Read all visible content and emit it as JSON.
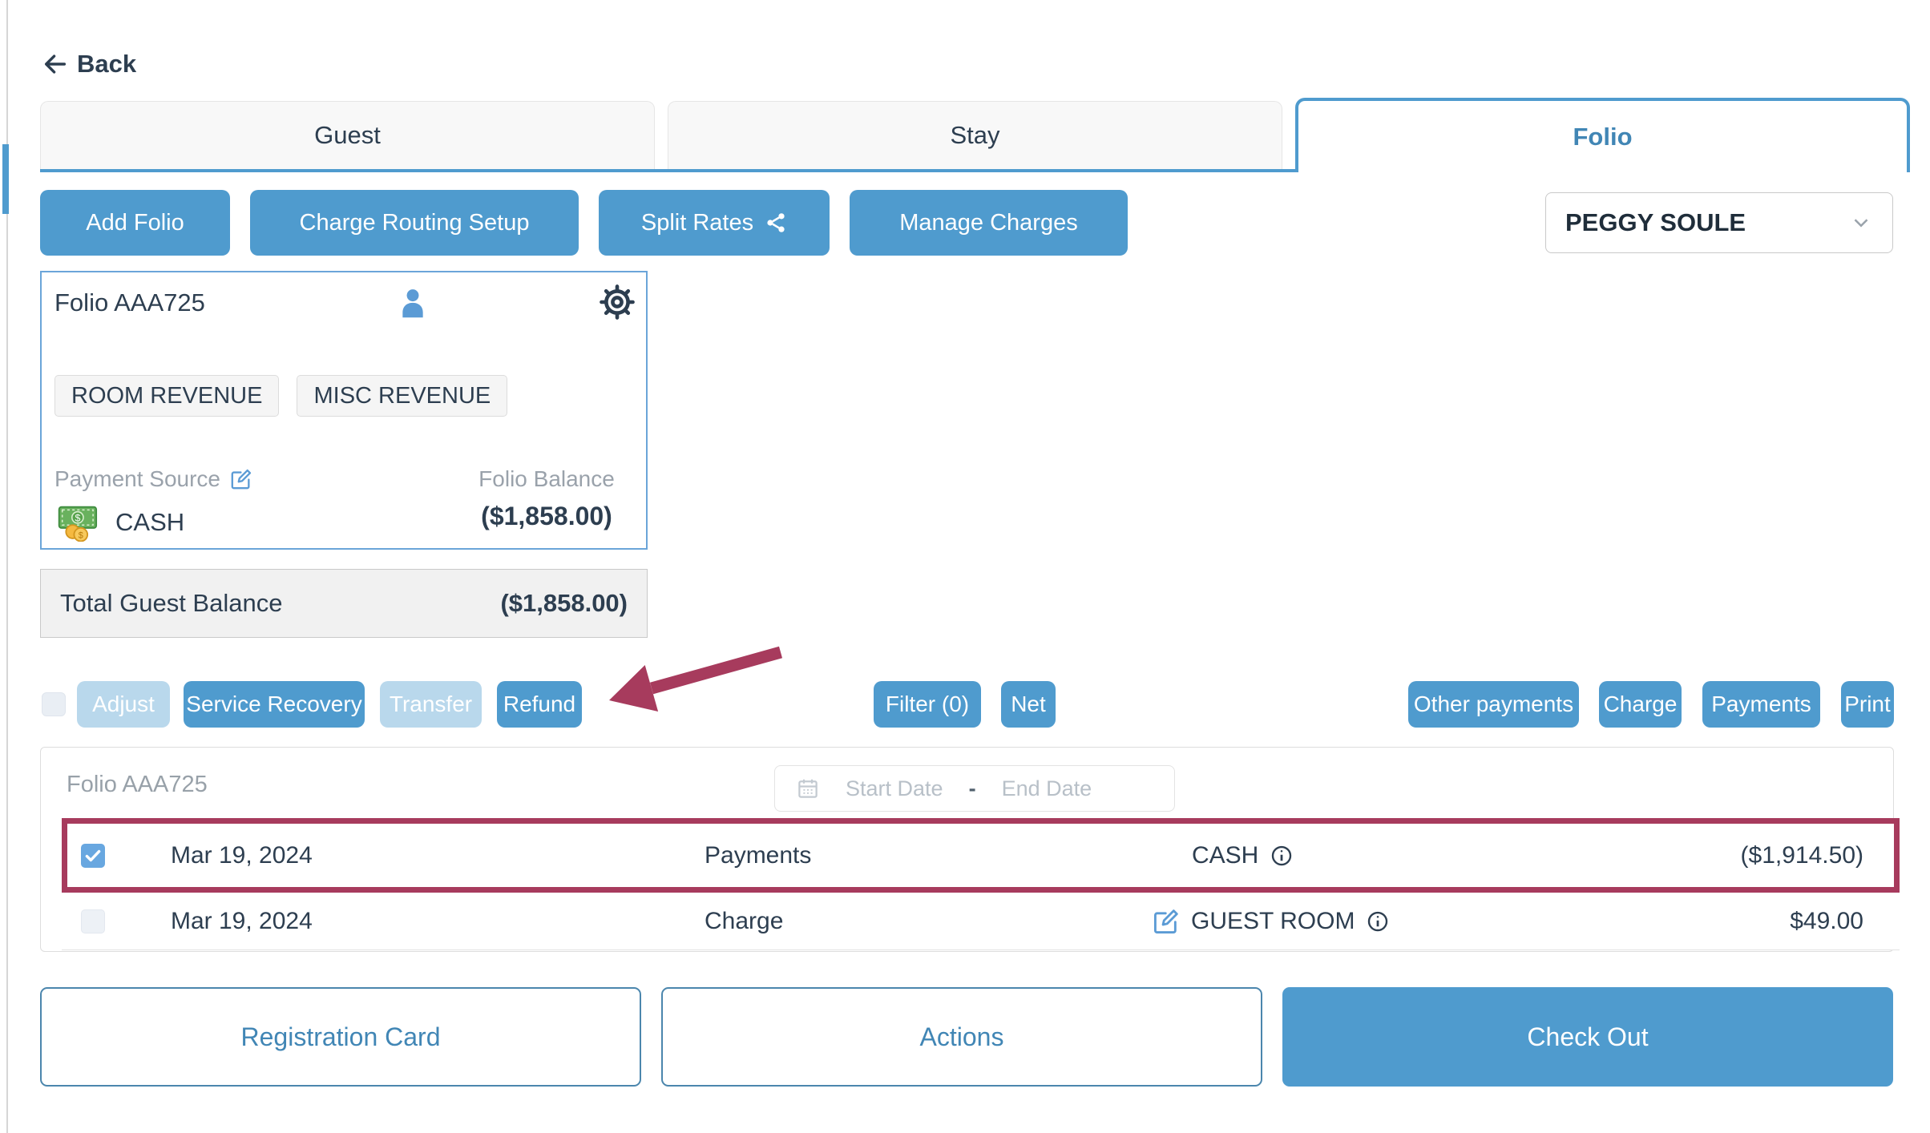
{
  "colors": {
    "primary_blue": "#4f9bce",
    "disabled_blue": "#b9d8ec",
    "link_blue": "#4186b5",
    "highlight_maroon": "#a73b5d",
    "text_dark": "#2d3e50",
    "label_gray": "#9aa2ab"
  },
  "nav": {
    "back": "Back"
  },
  "tabs": {
    "guest": "Guest",
    "stay": "Stay",
    "folio": "Folio"
  },
  "toolbar": {
    "add_folio": "Add Folio",
    "charge_routing_setup": "Charge Routing Setup",
    "split_rates": "Split Rates",
    "manage_charges": "Manage Charges"
  },
  "guest_selector": {
    "value": "PEGGY SOULE"
  },
  "folio_card": {
    "title": "Folio AAA725",
    "tags": [
      "ROOM REVENUE",
      "MISC REVENUE"
    ],
    "payment_source_label": "Payment Source",
    "payment_source_value": "CASH",
    "balance_label": "Folio Balance",
    "balance_value": "($1,858.00)"
  },
  "total_balance": {
    "label": "Total Guest Balance",
    "value": "($1,858.00)"
  },
  "bulk_actions": {
    "adjust": "Adjust",
    "service_recovery": "Service Recovery",
    "transfer": "Transfer",
    "refund": "Refund"
  },
  "view_actions": {
    "filter": "Filter (0)",
    "net": "Net",
    "other_payments": "Other payments",
    "charge": "Charge",
    "payments": "Payments",
    "print": "Print"
  },
  "ledger": {
    "folio_label": "Folio AAA725",
    "date_range": {
      "start_placeholder": "Start Date",
      "separator": "-",
      "end_placeholder": "End Date"
    },
    "rows": [
      {
        "date": "Mar 19, 2024",
        "type": "Payments",
        "description": "CASH",
        "amount": "($1,914.50)",
        "checked": true,
        "highlighted": true,
        "has_edit_icon": false
      },
      {
        "date": "Mar 19, 2024",
        "type": "Charge",
        "description": "GUEST ROOM",
        "amount": "$49.00",
        "checked": false,
        "highlighted": false,
        "has_edit_icon": true
      }
    ]
  },
  "footer": {
    "registration_card": "Registration Card",
    "actions": "Actions",
    "check_out": "Check Out"
  }
}
